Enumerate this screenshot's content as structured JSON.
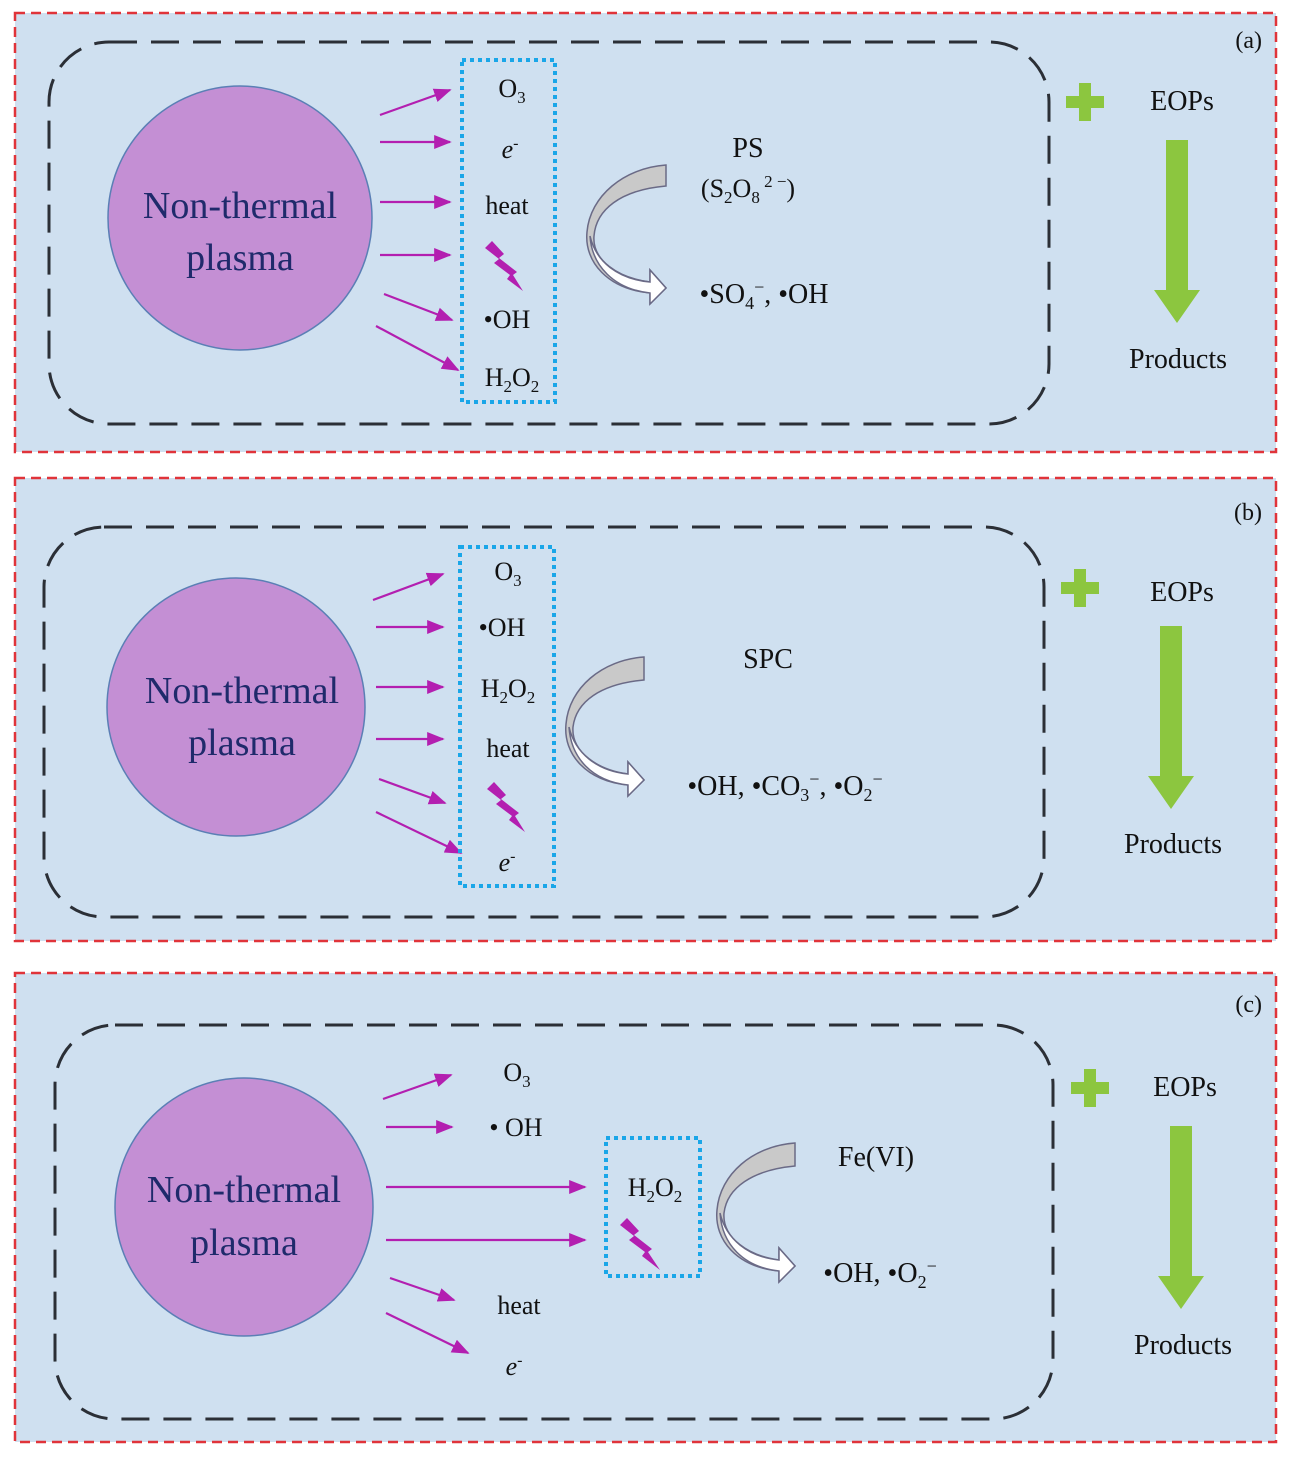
{
  "panels": [
    {
      "id": "a",
      "panel_label": "(a)",
      "circle_label": [
        "Non-thermal",
        "plasma"
      ],
      "species": [
        "O3",
        "e-",
        "heat",
        "discharge",
        "•OH",
        "H2O2"
      ],
      "oxidant_name": "PS",
      "oxidant_formula": "(S2O8 2−)",
      "radicals": "•SO4−, •OH",
      "combo_label": "EOPs",
      "result_label": "Products"
    },
    {
      "id": "b",
      "panel_label": "(b)",
      "circle_label": [
        "Non-thermal",
        "plasma"
      ],
      "species": [
        "O3",
        "•OH",
        "H2O2",
        "heat",
        "discharge",
        "e-"
      ],
      "oxidant_name": "SPC",
      "radicals": "•OH, •CO3−, •O2−",
      "combo_label": "EOPs",
      "result_label": "Products"
    },
    {
      "id": "c",
      "panel_label": "(c)",
      "circle_label": [
        "Non-thermal",
        "plasma"
      ],
      "species": [
        "O3",
        "• OH",
        "H2O2",
        "discharge",
        "heat",
        "e-"
      ],
      "oxidant_name": "Fe(VI)",
      "radicals": "•OH, •O2−",
      "combo_label": "EOPs",
      "result_label": "Products"
    }
  ],
  "colors": {
    "panel_bg": "#cfe0f0",
    "panel_border": "#e0343a",
    "inner_border": "#2b2f36",
    "circle_fill": "#c48fd4",
    "circle_stroke": "#5b7fb5",
    "arrow": "#b31fb0",
    "species_box": "#1aa6e8",
    "green": "#8cc63f",
    "curved_arrow_fill": "#c9c9c9",
    "icons": [
      "lightning-icon",
      "plus-icon",
      "down-arrow-icon",
      "curved-arrow-icon"
    ]
  }
}
